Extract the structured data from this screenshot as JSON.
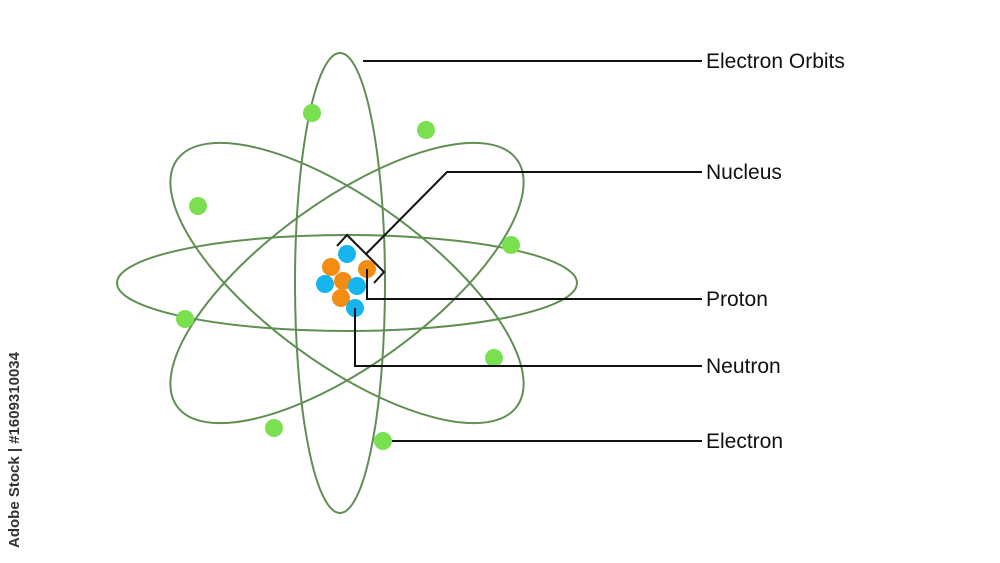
{
  "labels": {
    "orbits": "Electron Orbits",
    "nucleus": "Nucleus",
    "proton": "Proton",
    "neutron": "Neutron",
    "electron": "Electron"
  },
  "watermark": "Adobe Stock | #1609310034",
  "colors": {
    "orbit": "#5f8f52",
    "electron": "#7ae04f",
    "proton": "#f28c13",
    "neutron": "#16b5ee",
    "leader": "#111111"
  }
}
